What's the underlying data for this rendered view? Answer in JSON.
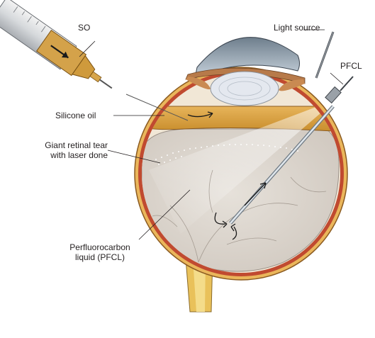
{
  "labels": {
    "so": "SO",
    "light_source": "Light source",
    "pfcl": "PFCL",
    "silicone_oil": "Silicone oil",
    "giant_tear_line1": "Giant retinal tear",
    "giant_tear_line2": "with laser done",
    "pfcl_line1": "Perfluorocarbon",
    "pfcl_line2": "liquid (PFCL)"
  },
  "colors": {
    "silicone_oil": "#d9a441",
    "sclera": "#e6b75a",
    "choroid": "#b0472f",
    "pfcl_fill": "#d8d2cb",
    "lens": "#dfe4ee",
    "optic_nerve": "#f0d47a",
    "instrument": "#bcc6d0"
  }
}
